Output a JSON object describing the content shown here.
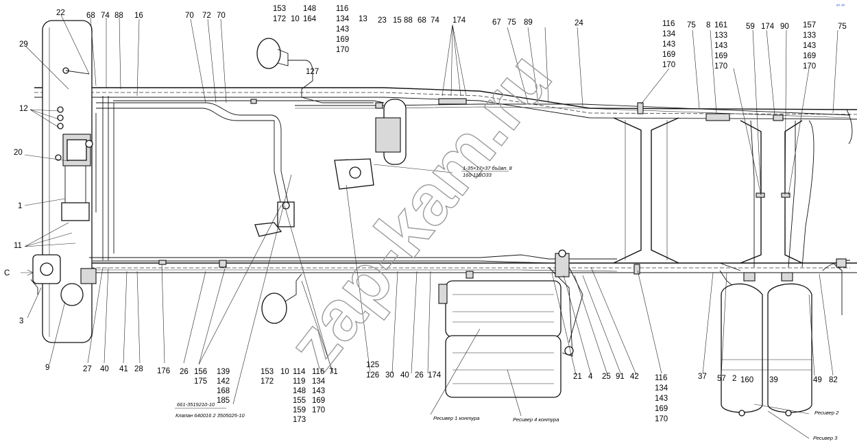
{
  "watermark": "zap-kam.ru",
  "corner_mark": "²⁰ ²⁰",
  "direction_label": "C",
  "callouts": {
    "t22": "22",
    "t68a": "68",
    "t74a": "74",
    "t88a": "88",
    "t16": "16",
    "t70a": "70",
    "t72": "72",
    "t70b": "70",
    "g153_172": [
      "153",
      "172"
    ],
    "g148_164": [
      "148",
      "164"
    ],
    "t10a": "10",
    "g116a": [
      "116",
      "134",
      "143",
      "169",
      "170"
    ],
    "t13": "13",
    "t127": "127",
    "t23": "23",
    "t15": "15",
    "t88b": "88",
    "t68b": "68",
    "t74b": "74",
    "t174a": "174",
    "t67": "67",
    "t75a": "75",
    "t89": "89",
    "t24": "24",
    "g116b": [
      "116",
      "134",
      "143",
      "169",
      "170"
    ],
    "t75b": "75",
    "t8": "8",
    "g161": [
      "161",
      "133",
      "143",
      "169",
      "170"
    ],
    "t59": "59",
    "t174b": "174",
    "t90": "90",
    "g157": [
      "157",
      "133",
      "143",
      "169",
      "170"
    ],
    "t75c": "75",
    "t29": "29",
    "t12": "12",
    "t20": "20",
    "t1": "1",
    "t11": "11",
    "t3": "3",
    "t9": "9",
    "t27": "27",
    "t40a": "40",
    "t41": "41",
    "t28": "28",
    "t176": "176",
    "t26a": "26",
    "g156_175": [
      "156",
      "175"
    ],
    "g139": [
      "139",
      "142",
      "168",
      "185"
    ],
    "g153b": [
      "153",
      "172"
    ],
    "t10b": "10",
    "g114": [
      "114",
      "119",
      "148",
      "155",
      "159",
      "173"
    ],
    "g116c": [
      "116",
      "134",
      "143",
      "169",
      "170"
    ],
    "t71": "71",
    "g125_126": [
      "125",
      "126"
    ],
    "t30": "30",
    "t40b": "40",
    "t26b": "26",
    "t174c": "174",
    "t21": "21",
    "t4": "4",
    "t25": "25",
    "t91": "91",
    "t42": "42",
    "g116d": [
      "116",
      "134",
      "143",
      "169",
      "170"
    ],
    "t37": "37",
    "t57": "57",
    "t2": "2",
    "t160": "160",
    "t39": "39",
    "t49": "49",
    "t82": "82"
  },
  "handwritten": {
    "note_top_1": "1-35×17×37 бъйвп. 8",
    "note_top_2": "160-11ВО33",
    "note_bottom_1": "661-3519210-10",
    "note_bottom_2": "Клапан 640016 2 3505025-10",
    "receiver_1": "Ресивер 1 контура",
    "receiver_4": "Ресивер 4 контура",
    "receiver_2": "Ресивер 2",
    "receiver_3": "Ресивер 3"
  },
  "colors": {
    "ink": "#111111",
    "watermark": "#9a9a9a",
    "logo": "#3a63c8"
  }
}
